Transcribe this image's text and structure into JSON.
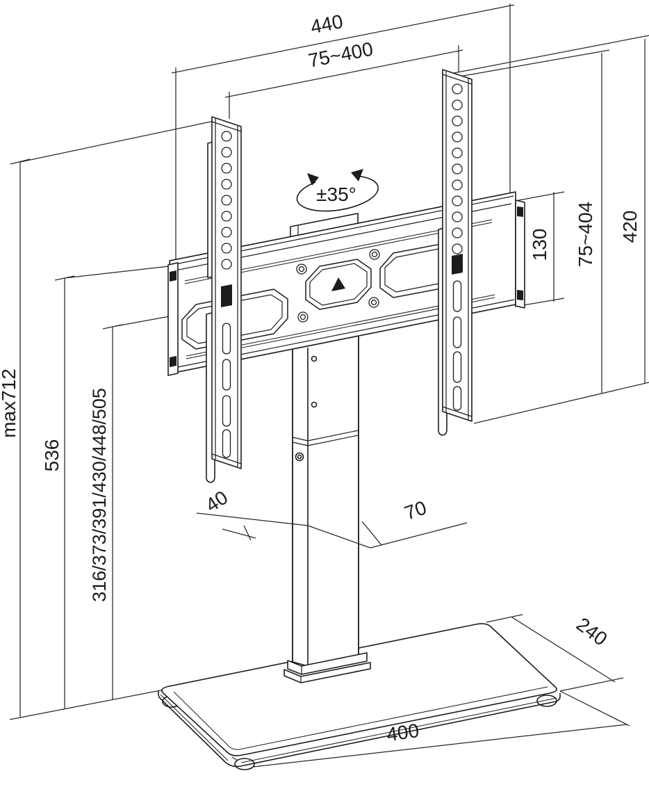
{
  "colors": {
    "line": "#1c1c1c",
    "background": "#ffffff"
  },
  "dims": {
    "d440": "440",
    "d75_400": "75~400",
    "swivel": "±35°",
    "d130": "130",
    "d75_404": "75~404",
    "d420": "420",
    "max712": "max712",
    "d536": "536",
    "heights": "316/373/391/430/448/505",
    "d40": "40",
    "d70": "70",
    "d240": "240",
    "d400": "400"
  }
}
